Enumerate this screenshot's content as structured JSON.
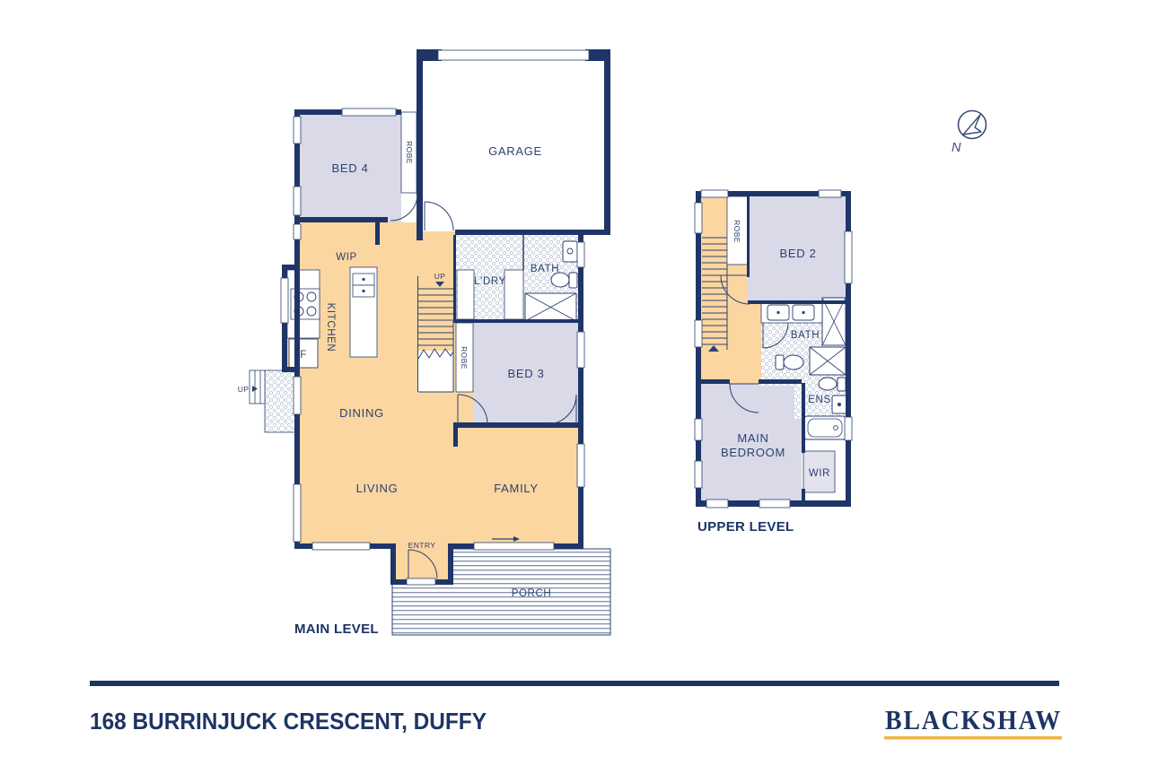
{
  "address": "168 BURRINJUCK CRESCENT, DUFFY",
  "brand": "BLACKSHAW",
  "compass": {
    "north": "N"
  },
  "levels": {
    "main": {
      "label": "MAIN LEVEL",
      "rooms": {
        "garage": "GARAGE",
        "bed4": "BED 4",
        "bed4_robe": "ROBE",
        "wip": "WIP",
        "kitchen": "KITCHEN",
        "fridge": "F",
        "stairs_up": "UP",
        "outside_up": "UP",
        "laundry": "L'DRY",
        "bath": "BATH",
        "bed3_robe": "ROBE",
        "bed3": "BED 3",
        "dining": "DINING",
        "living": "LIVING",
        "family": "FAMILY",
        "entry": "ENTRY",
        "porch": "PORCH"
      }
    },
    "upper": {
      "label": "UPPER LEVEL",
      "rooms": {
        "bed2_robe": "ROBE",
        "bed2": "BED 2",
        "bath": "BATH",
        "ensuite": "ENS",
        "main_bedroom_line1": "MAIN",
        "main_bedroom_line2": "BEDROOM",
        "wir": "WIR"
      }
    }
  },
  "colors": {
    "wall_navy": "#1f3568",
    "floor_orange": "#fbd6a0",
    "room_grey": "#d9d9e7",
    "wir_grey": "#e3e3ee",
    "brand_gold": "#eeb53f",
    "text_navy": "#2c416f"
  }
}
